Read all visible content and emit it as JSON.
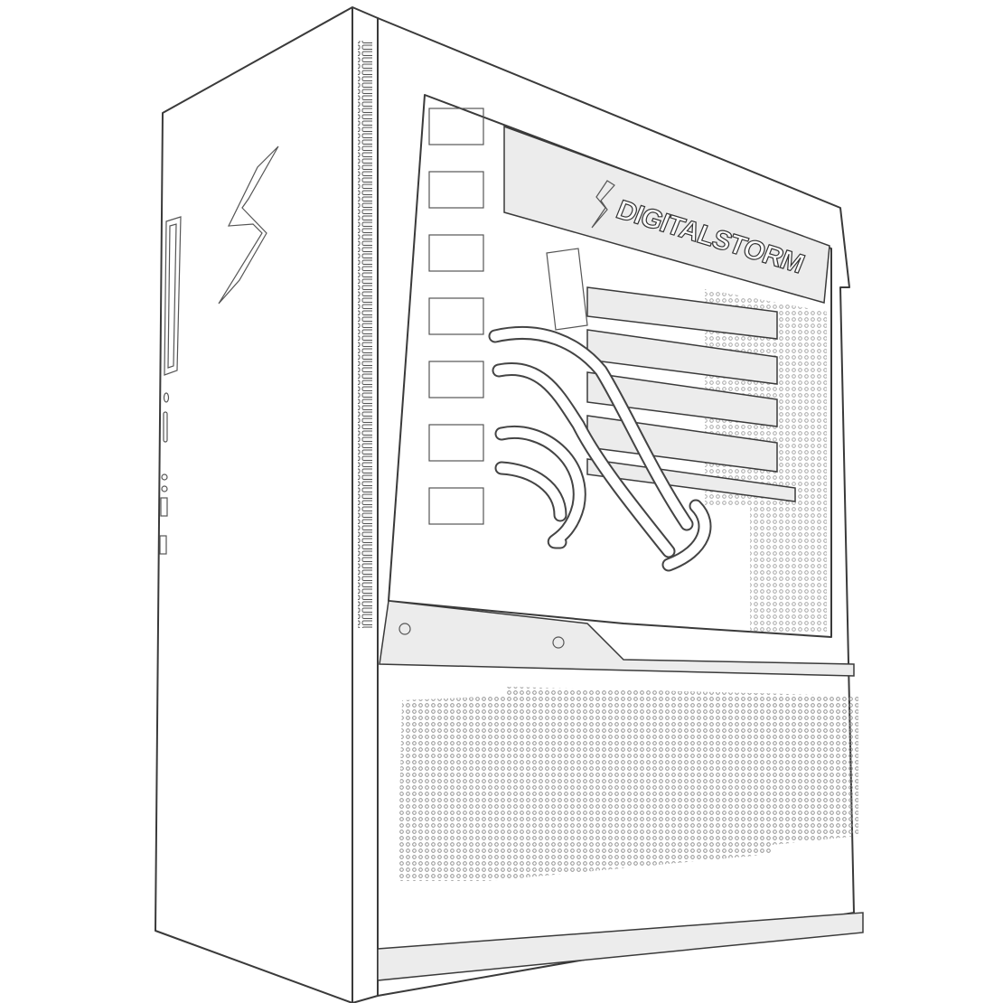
{
  "illustration": {
    "subject": "PC tower case line-art illustration",
    "brand_text": "DIGITALSTORM",
    "logo_icon": "lightning-bolt-s-icon",
    "colors": {
      "line": "#3a3a3a",
      "shade": "#ececec",
      "background": "#ffffff"
    },
    "features": [
      "side-window",
      "water-cooling-tubes",
      "stacked-gpus",
      "front-io-ports",
      "vent-slots",
      "mesh-lower-panel"
    ]
  }
}
